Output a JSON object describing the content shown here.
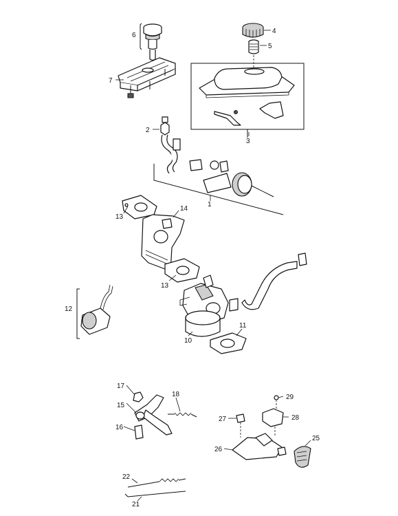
{
  "callouts": [
    {
      "id": "label-1",
      "text": "1"
    },
    {
      "id": "label-2",
      "text": "2"
    },
    {
      "id": "label-3",
      "text": "3"
    },
    {
      "id": "label-4",
      "text": "4"
    },
    {
      "id": "label-5",
      "text": "5"
    },
    {
      "id": "label-6",
      "text": "6"
    },
    {
      "id": "label-7",
      "text": "7"
    },
    {
      "id": "label-10",
      "text": "10"
    },
    {
      "id": "label-11",
      "text": "11"
    },
    {
      "id": "label-12",
      "text": "12"
    },
    {
      "id": "label-13a",
      "text": "13"
    },
    {
      "id": "label-13b",
      "text": "13"
    },
    {
      "id": "label-14",
      "text": "14"
    },
    {
      "id": "label-15",
      "text": "15"
    },
    {
      "id": "label-16",
      "text": "16"
    },
    {
      "id": "label-17",
      "text": "17"
    },
    {
      "id": "label-18",
      "text": "18"
    },
    {
      "id": "label-21",
      "text": "21"
    },
    {
      "id": "label-22",
      "text": "22"
    },
    {
      "id": "label-25",
      "text": "25"
    },
    {
      "id": "label-26",
      "text": "26"
    },
    {
      "id": "label-27",
      "text": "27"
    },
    {
      "id": "label-28",
      "text": "28"
    },
    {
      "id": "label-29",
      "text": "29"
    }
  ]
}
